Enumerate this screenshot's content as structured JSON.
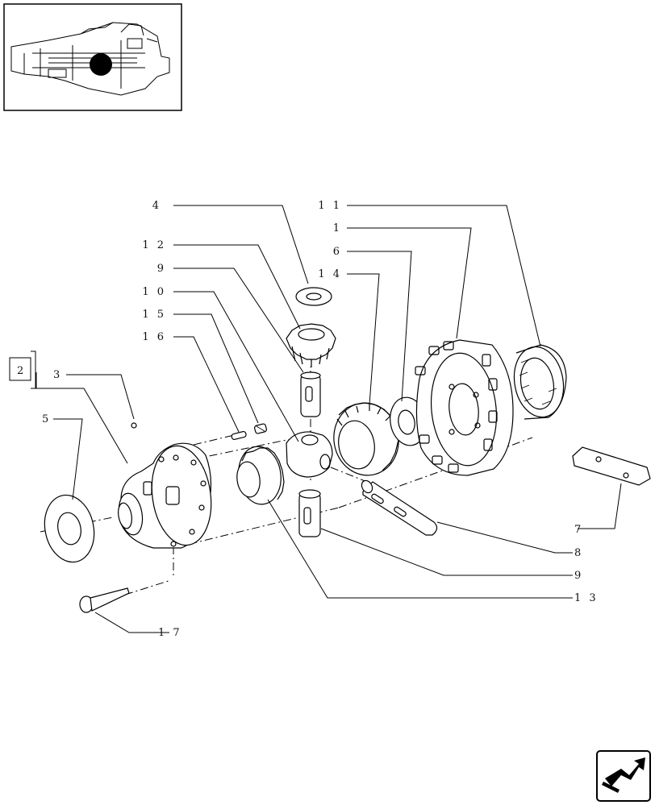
{
  "diagram": {
    "callouts": {
      "c4": "4",
      "c12": "1 2",
      "c9a": "9",
      "c10": "1 0",
      "c15": "1 5",
      "c16": "1 6",
      "c11": "1 1",
      "c1": "1",
      "c6": "6",
      "c14": "1 4",
      "c2": "2",
      "c3": "3",
      "c5": "5",
      "c7": "7",
      "c8": "8",
      "c9b": "9",
      "c13": "1 3",
      "c17": "1 7"
    }
  },
  "icons": {
    "thumbnail": "tractor-transmission-locator-thumbnail",
    "nav": "next-page-arrow-icon"
  }
}
